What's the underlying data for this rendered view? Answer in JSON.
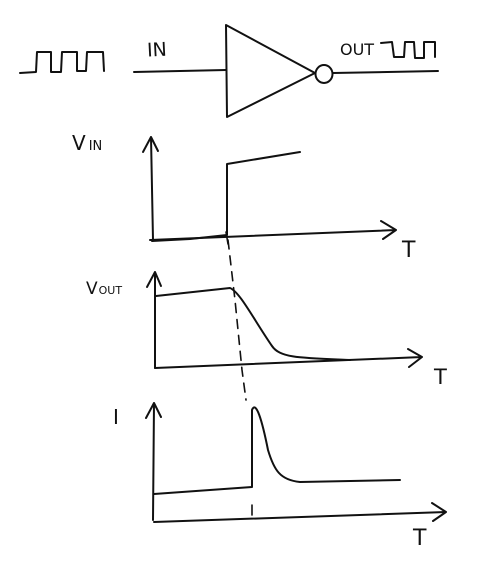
{
  "inverter": {
    "input_label": "IN",
    "output_label": "OUT"
  },
  "plots": {
    "vin": {
      "ylabel_main": "V",
      "ylabel_sub": "IN",
      "xlabel": "T"
    },
    "vout": {
      "ylabel_main": "V",
      "ylabel_sub": "OUT",
      "xlabel": "T"
    },
    "current": {
      "ylabel": "I",
      "xlabel": "T"
    }
  }
}
